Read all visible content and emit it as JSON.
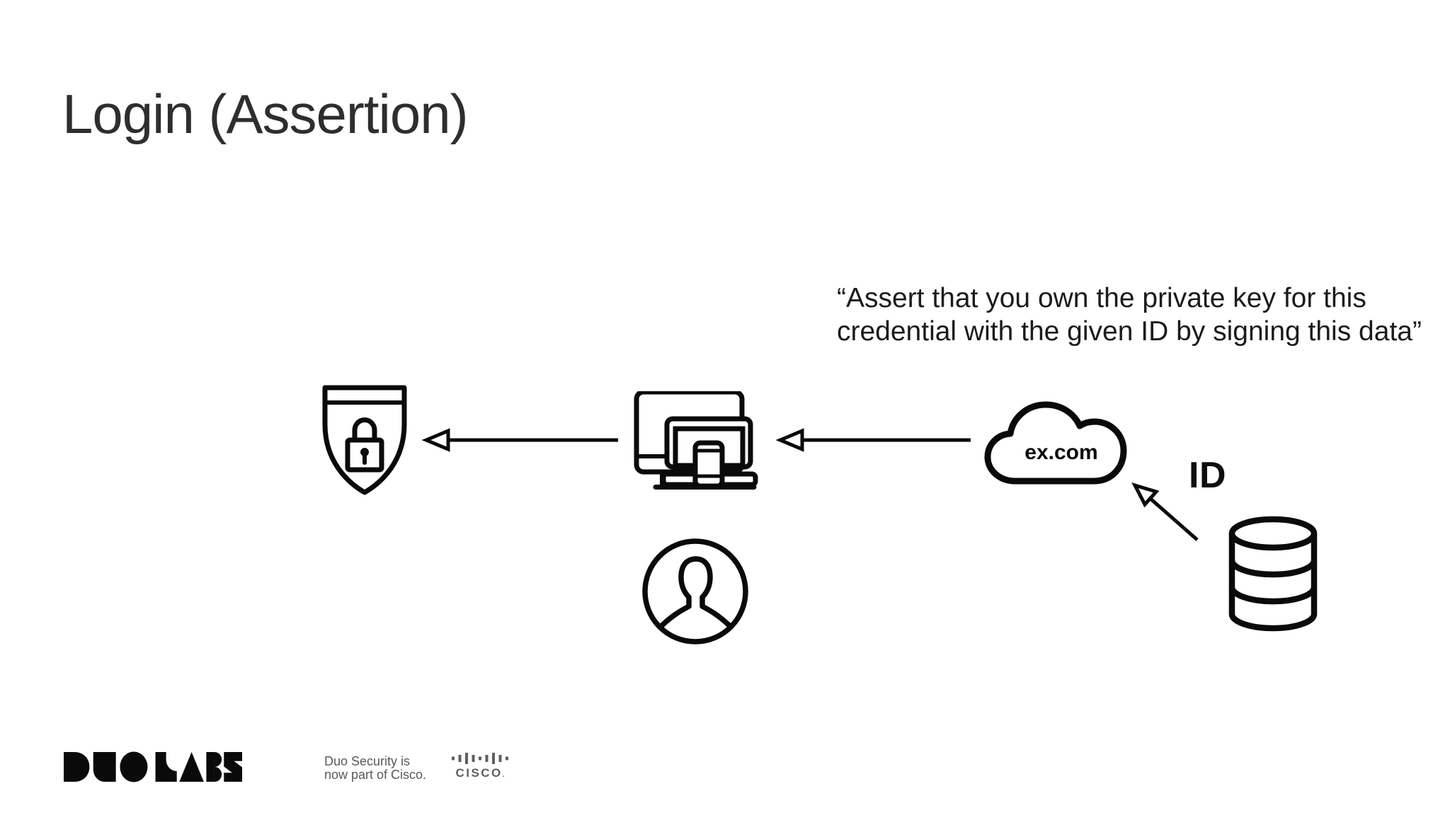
{
  "slide": {
    "title": "Login (Assertion)",
    "quote": {
      "line1": "“Assert that you own the private key for this",
      "line2": "credential with the given ID by signing this data”"
    },
    "diagram": {
      "cloud_label": "ex.com",
      "id_label": "ID",
      "icons": {
        "authenticator": "shield-lock-icon",
        "client": "devices-icon",
        "user": "user-avatar-icon",
        "relying_party": "cloud-icon",
        "credential_store": "database-icon",
        "flow_arrows": [
          "arrow-left-icon",
          "arrow-left-icon",
          "arrow-up-left-icon"
        ]
      }
    },
    "footer": {
      "duo_logo_text": "DUO LABS",
      "tagline_line1": "Duo Security is",
      "tagline_line2": "now part of Cisco.",
      "cisco_wordmark": "CISCO",
      "cisco_dot": "."
    },
    "colors": {
      "background": "#ffffff",
      "ink": "#0a0a0a",
      "title_gray": "#2e2e2e",
      "footer_gray": "#595959",
      "cisco_gray": "#5e5f61"
    }
  }
}
